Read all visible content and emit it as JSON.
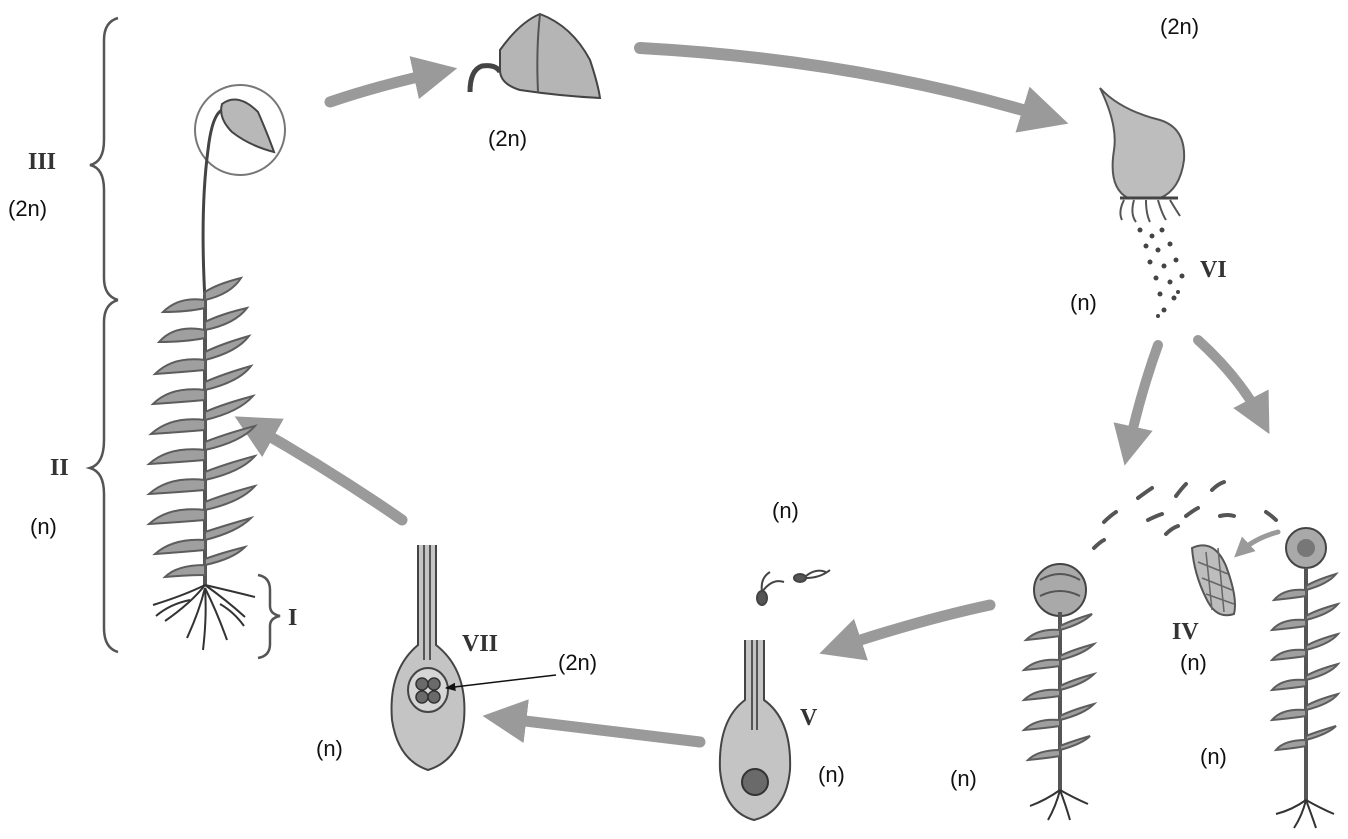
{
  "labels": {
    "stage_I": "I",
    "stage_II": "II",
    "stage_III": "III",
    "stage_IV": "IV",
    "stage_V": "V",
    "stage_VI": "VI",
    "stage_VII": "VII",
    "ploidy_capsule_top": "(2n)",
    "ploidy_capsule_right": "(2n)",
    "ploidy_sporophyte_left": "(2n)",
    "ploidy_gametophyte_left": "(n)",
    "ploidy_spores": "(n)",
    "ploidy_sperm": "(n)",
    "ploidy_zygote": "(2n)",
    "ploidy_archegonium_vii": "(n)",
    "ploidy_egg_v": "(n)",
    "ploidy_female_plant": "(n)",
    "ploidy_protonema": "(n)",
    "ploidy_male_plant": "(n)"
  },
  "colors": {
    "arrow": "#9a9a9a",
    "plant": "#7d7d7d",
    "plant_dark": "#4a4a4a",
    "tissue": "#bdbdbd",
    "ink": "#111111"
  },
  "icons": {
    "moss_plant": "moss-gametophyte-with-sporophyte",
    "capsule": "sporangium-capsule",
    "open_capsule": "opening-capsule-releasing-spores",
    "female_moss": "female-moss-gametophyte",
    "male_moss": "male-moss-gametophyte",
    "protonema": "protonema",
    "archegonium": "archegonium",
    "zygote_archegonium": "archegonium-with-zygote"
  }
}
